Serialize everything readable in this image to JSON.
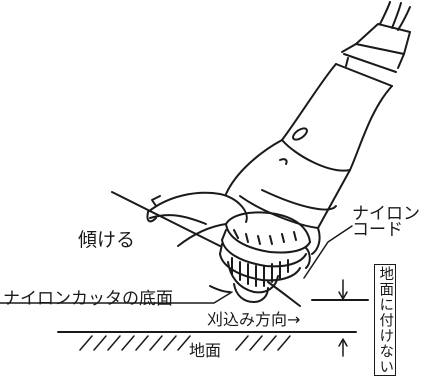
{
  "labels": {
    "tilt": "傾ける",
    "nylon_cord_line1": "ナイロン",
    "nylon_cord_line2": "コード",
    "cutter_bottom": "ナイロンカッタの底面",
    "cutting_direction": "刈込み方向→",
    "ground": "地面",
    "not_touching_ground": "地面に付けない"
  }
}
